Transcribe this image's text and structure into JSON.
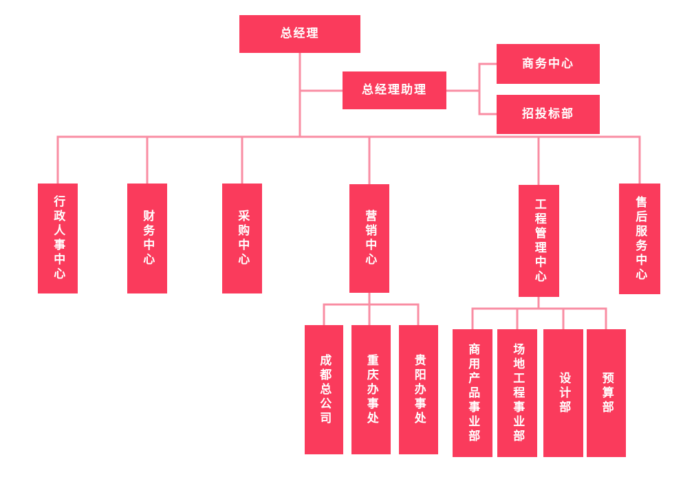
{
  "diagram": {
    "type": "org-chart",
    "colors": {
      "node_fill": "#fa3b5c",
      "node_text": "#ffffff",
      "connector": "#f98da3",
      "background": "#ffffff"
    },
    "nodes": {
      "general_manager": {
        "label": "总经理"
      },
      "gm_assistant": {
        "label": "总经理助理"
      },
      "business_center": {
        "label": "商务中心"
      },
      "bidding_dept": {
        "label": "招投标部"
      },
      "admin_hr_center": {
        "label": "行政人事中心"
      },
      "finance_center": {
        "label": "财务中心"
      },
      "procurement_center": {
        "label": "采购中心"
      },
      "marketing_center": {
        "label": "营销中心"
      },
      "engineering_mgmt_center": {
        "label": "工程管理中心"
      },
      "after_sales_center": {
        "label": "售后服务中心"
      },
      "chengdu_hq": {
        "label": "成都总公司"
      },
      "chongqing_office": {
        "label": "重庆办事处"
      },
      "guiyang_office": {
        "label": "贵阳办事处"
      },
      "commercial_products_div": {
        "label": "商用产品事业部"
      },
      "site_engineering_div": {
        "label": "场地工程事业部"
      },
      "design_dept": {
        "label": "设计部"
      },
      "budget_dept": {
        "label": "预算部"
      }
    },
    "hierarchy": [
      {
        "parent": "general_manager",
        "children": [
          "admin_hr_center",
          "finance_center",
          "procurement_center",
          "marketing_center",
          "engineering_mgmt_center",
          "after_sales_center"
        ]
      },
      {
        "parent": "general_manager",
        "staff": [
          "gm_assistant"
        ]
      },
      {
        "parent": "gm_assistant",
        "children": [
          "business_center",
          "bidding_dept"
        ]
      },
      {
        "parent": "marketing_center",
        "children": [
          "chengdu_hq",
          "chongqing_office",
          "guiyang_office"
        ]
      },
      {
        "parent": "engineering_mgmt_center",
        "children": [
          "commercial_products_div",
          "site_engineering_div",
          "design_dept",
          "budget_dept"
        ]
      }
    ]
  }
}
